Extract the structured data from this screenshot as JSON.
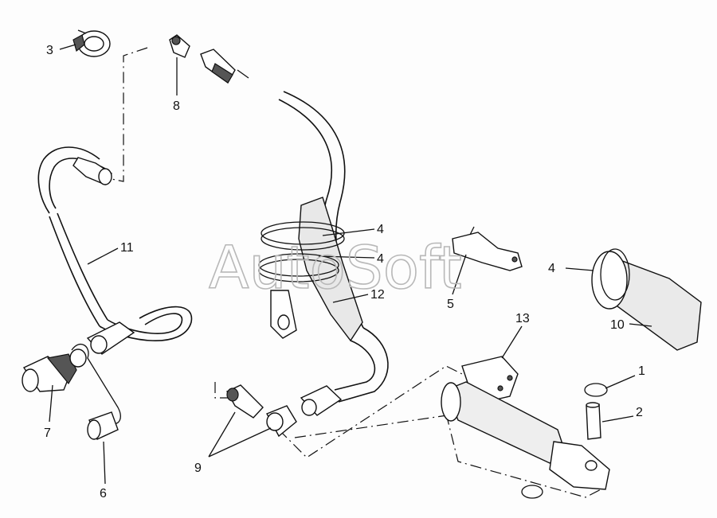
{
  "watermark": "AutoSoft",
  "labels": [
    {
      "id": "3",
      "text": "3"
    },
    {
      "id": "8",
      "text": "8"
    },
    {
      "id": "11",
      "text": "11"
    },
    {
      "id": "7",
      "text": "7"
    },
    {
      "id": "6",
      "text": "6"
    },
    {
      "id": "9",
      "text": "9"
    },
    {
      "id": "4a",
      "text": "4"
    },
    {
      "id": "4b",
      "text": "4"
    },
    {
      "id": "12",
      "text": "12"
    },
    {
      "id": "5",
      "text": "5"
    },
    {
      "id": "4c",
      "text": "4"
    },
    {
      "id": "10",
      "text": "10"
    },
    {
      "id": "13",
      "text": "13"
    },
    {
      "id": "1",
      "text": "1"
    },
    {
      "id": "2",
      "text": "2"
    }
  ]
}
